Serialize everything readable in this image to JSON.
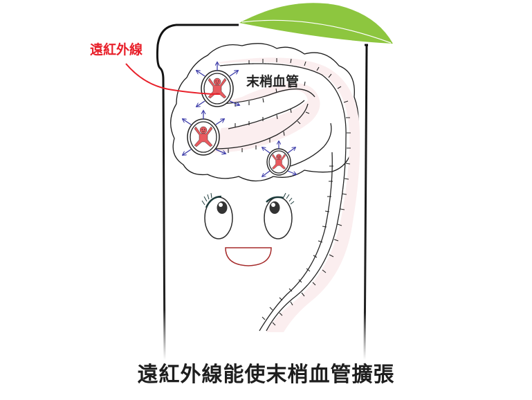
{
  "labels": {
    "far_infrared": "遠紅外線",
    "peripheral_vessel": "末梢血管"
  },
  "caption": "遠紅外線能使末梢血管擴張",
  "colors": {
    "leaf": "#8dc63f",
    "infrared_label": "#e8202a",
    "infrared_arrow": "#e8202a",
    "vessel_fill": "#fbeeef",
    "figure_fill": "#e85a5f",
    "expansion_arrows": "#3a3aa8",
    "mouth": "#a52a2a",
    "outline": "#111111"
  },
  "icons": {
    "leaf": "leaf-icon",
    "cell_figure": "person-figure-icon",
    "expansion": "arrow-outward-icon"
  }
}
